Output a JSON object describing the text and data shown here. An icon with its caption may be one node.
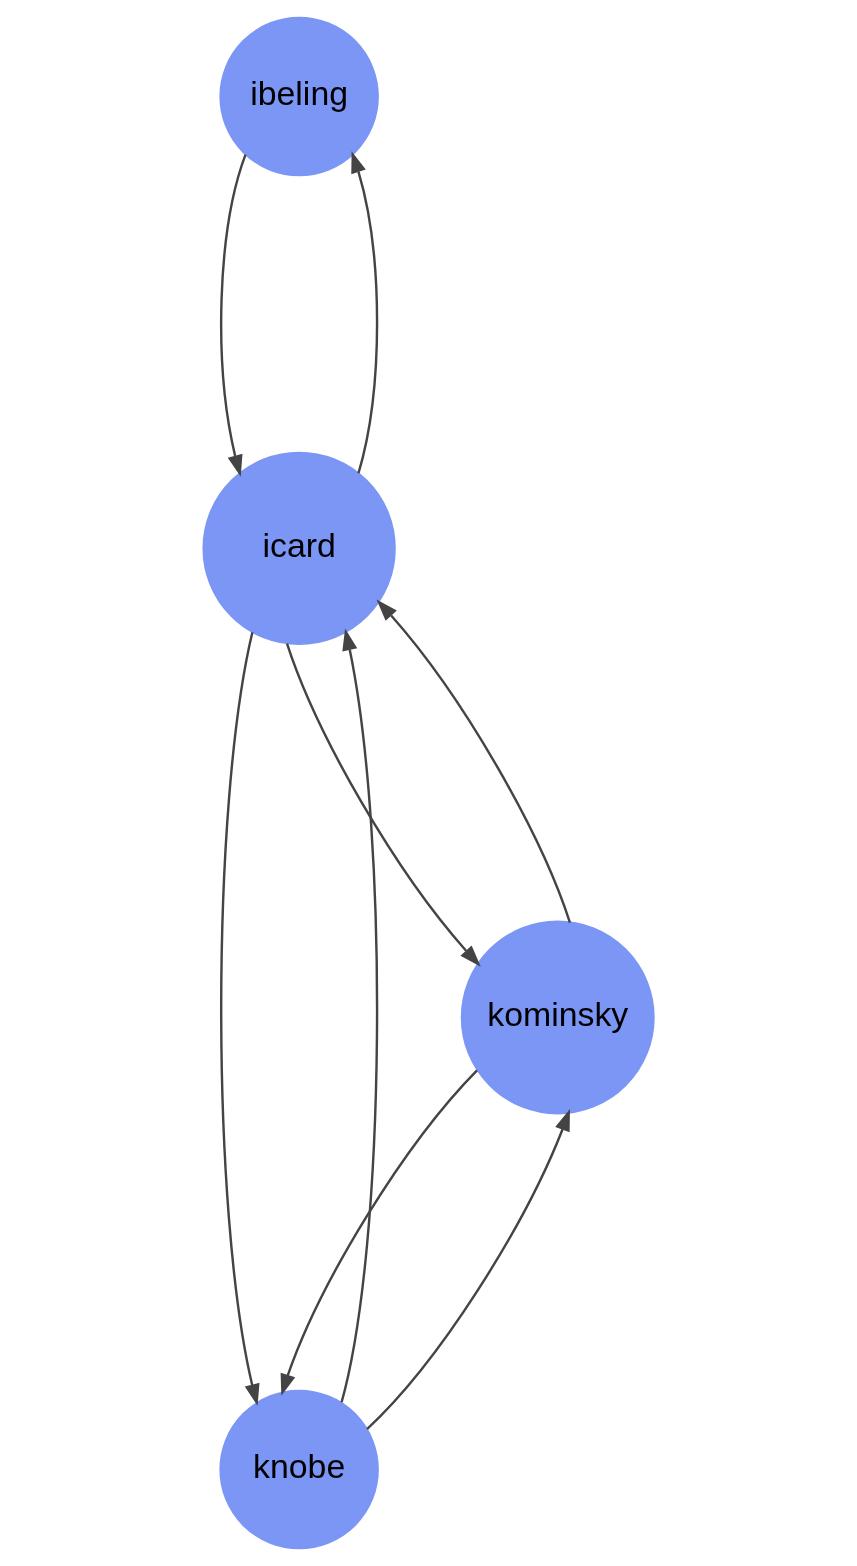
{
  "diagram": {
    "nodes": [
      {
        "text": [
          "ibeling"
        ]
      },
      {
        "text": [
          "icard"
        ]
      },
      {
        "text": [
          "knobe"
        ]
      },
      {
        "text": [
          "kominsky"
        ]
      }
    ],
    "edges": [
      {
        "from": 0,
        "to": 1,
        "arrow": "to"
      },
      {
        "from": 1,
        "to": 0,
        "arrow": "to"
      },
      {
        "from": 1,
        "to": 2,
        "arrow": "to"
      },
      {
        "from": 2,
        "to": 1,
        "arrow": "to"
      },
      {
        "from": 3,
        "to": 2,
        "arrow": "to"
      },
      {
        "from": 1,
        "to": 3,
        "arrow": "to"
      },
      {
        "from": 2,
        "to": 3,
        "arrow": "to"
      },
      {
        "from": 3,
        "to": 1,
        "arrow": "to"
      }
    ]
  }
}
